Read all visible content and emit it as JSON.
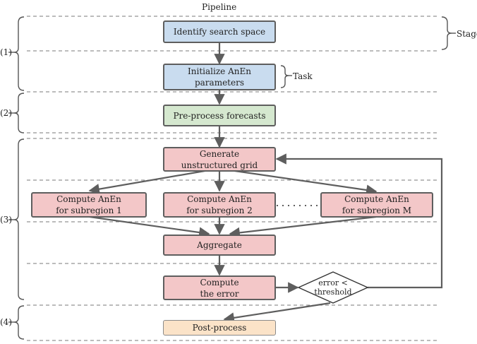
{
  "title": "Pipeline",
  "legend": {
    "stage": "Stage",
    "task": "Task"
  },
  "stage_labels": [
    "(1)",
    "(2)",
    "(3)",
    "(4)"
  ],
  "tasks": {
    "identify": "Identify search space",
    "initialize": "Initialize AnEn\nparameters",
    "preprocess": "Pre-process forecasts",
    "generate": "Generate\nunstructured grid",
    "compute1": "Compute AnEn\nfor subregion 1",
    "compute2": "Compute AnEn\nfor subregion 2",
    "computeM": "Compute AnEn\nfor subregion M",
    "aggregate": "Aggregate",
    "error": "Compute\nthe error",
    "decision": "error <\nthreshold",
    "postprocess": "Post-process"
  }
}
